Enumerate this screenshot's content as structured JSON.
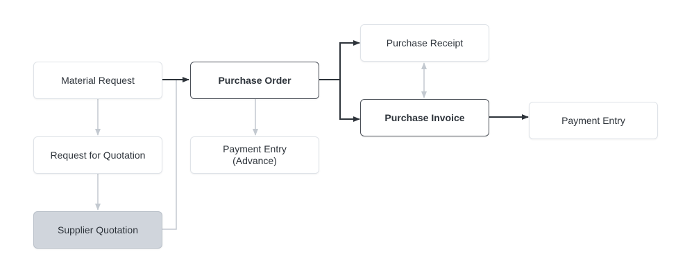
{
  "nodes": {
    "material_request": "Material Request",
    "request_for_quotation": "Request for Quotation",
    "supplier_quotation": "Supplier Quotation",
    "purchase_order": "Purchase Order",
    "payment_entry_advance": "Payment Entry\n(Advance)",
    "purchase_receipt": "Purchase Receipt",
    "purchase_invoice": "Purchase Invoice",
    "payment_entry": "Payment Entry"
  },
  "colors": {
    "primary_edge": "#2d333a",
    "secondary_edge": "#c3c9d0",
    "highlight_node": "#d0d5dc"
  }
}
